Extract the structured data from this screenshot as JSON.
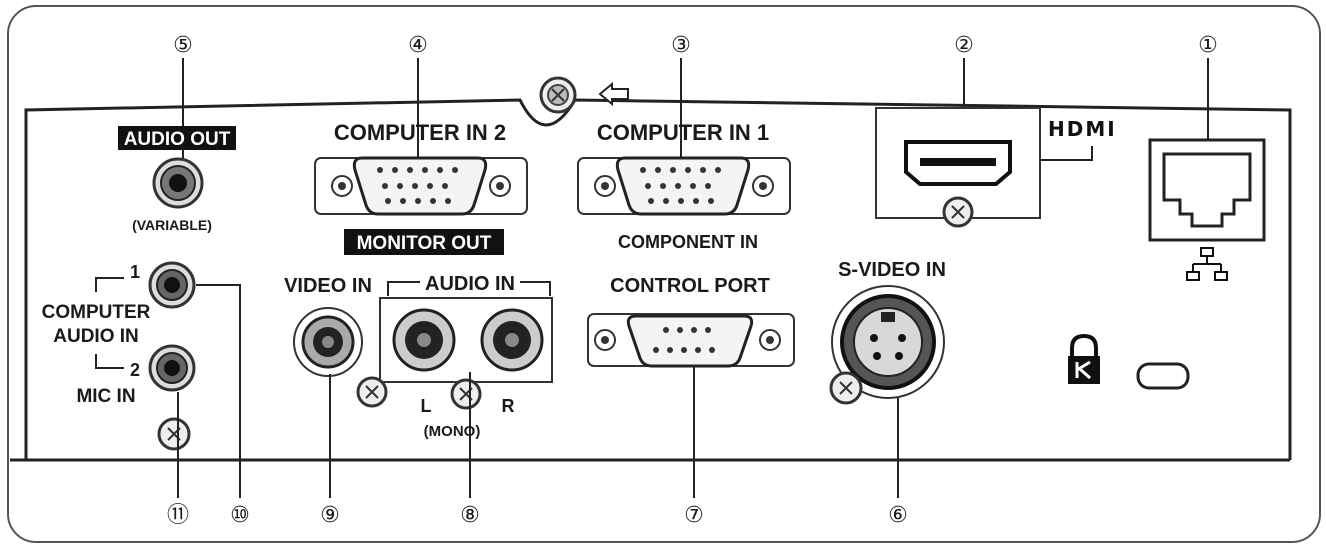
{
  "port_numbers": {
    "n1": "①",
    "n2": "②",
    "n3": "③",
    "n4": "④",
    "n5": "⑤",
    "n6": "⑥",
    "n7": "⑦",
    "n8": "⑧",
    "n9": "⑨",
    "n10": "⑩",
    "n11": "⑪"
  },
  "labels": {
    "audio_out": "AUDIO OUT",
    "variable": "(VARIABLE)",
    "computer_in_2": "COMPUTER IN 2",
    "monitor_out": "MONITOR OUT",
    "computer_in_1": "COMPUTER IN 1",
    "component_in": "COMPONENT IN",
    "hdmi": "HDMI",
    "s_video_in": "S-VIDEO IN",
    "control_port": "CONTROL PORT",
    "video_in": "VIDEO IN",
    "audio_in": "AUDIO IN",
    "audio_l": "L",
    "audio_r": "R",
    "mono": "(MONO)",
    "computer": "COMPUTER",
    "audio_in_side": "AUDIO IN",
    "mic_in": "MIC IN",
    "jack_1": "1",
    "jack_2": "2"
  },
  "icons": {
    "network": "network-icon",
    "kensington": "kensington-lock-icon",
    "arrow": "arrow-left-icon"
  }
}
